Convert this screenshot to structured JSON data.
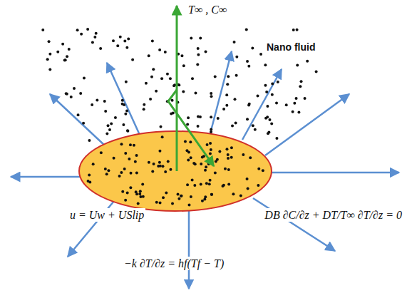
{
  "diagram": {
    "labels": [
      "T∞ , C∞",
      "Nano fluid",
      "u = Uw + USlip",
      "DB ∂C/∂z + DT/T∞ ∂T/∂z = 0",
      "−k ∂T/∂z = hf(Tf − T)"
    ]
  }
}
